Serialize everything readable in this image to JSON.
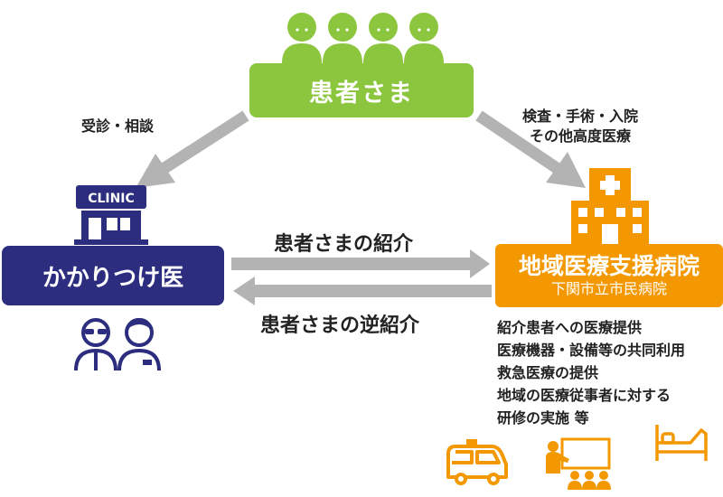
{
  "nodes": {
    "patients": "患者さま",
    "clinic": "かかりつけ医",
    "clinic_sign": "CLINIC",
    "hospital": "地域医療支援病院",
    "hospital_sub": "下関市立市民病院"
  },
  "edges": {
    "consult": "受診・相談",
    "exam_line1": "検査・手術・入院",
    "exam_line2": "その他高度医療",
    "referral": "患者さまの紹介",
    "back_referral": "患者さまの逆紹介"
  },
  "services": [
    "紹介患者への医療提供",
    "医療機器・設備等の共同利用",
    "救急医療の提供",
    "地域の医療従事者に対する",
    "研修の実施 等"
  ],
  "colors": {
    "patients": "#8cc63f",
    "clinic": "#2c2d7f",
    "hospital": "#f39800",
    "arrow": "#b3b3b3"
  },
  "icons": [
    "patients-group-icon",
    "clinic-building-icon",
    "doctors-icon",
    "hospital-building-icon",
    "ambulance-icon",
    "lecture-icon",
    "hospital-bed-icon"
  ]
}
